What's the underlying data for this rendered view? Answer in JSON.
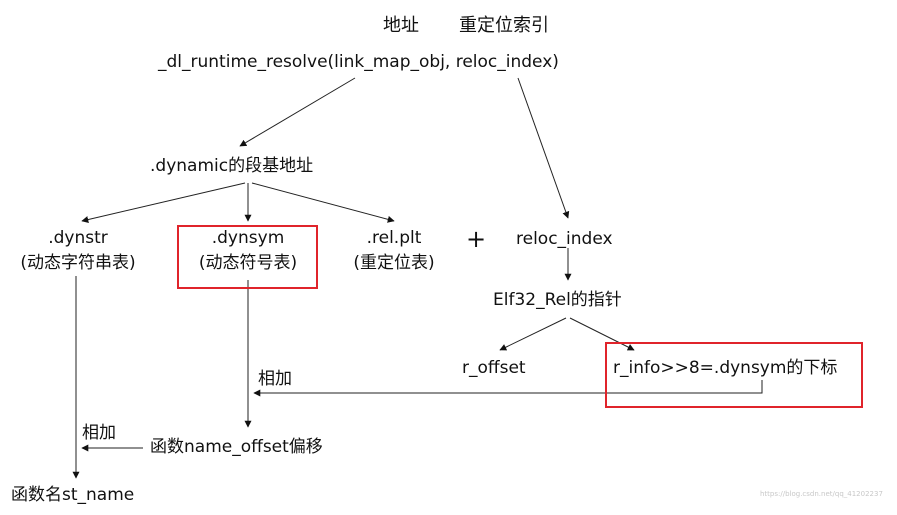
{
  "header": {
    "addr": "地址",
    "reloc_index_label": "重定位索引"
  },
  "nodes": {
    "resolve_call": "_dl_runtime_resolve(link_map_obj, reloc_index)",
    "dynamic_base": ".dynamic的段基地址",
    "dynstr": ".dynstr",
    "dynstr_desc": "(动态字符串表)",
    "dynsym": ".dynsym",
    "dynsym_desc": "(动态符号表)",
    "relplt": ".rel.plt",
    "relplt_desc": "(重定位表)",
    "plus": "+",
    "reloc_index": "reloc_index",
    "elf_rel_ptr": "Elf32_Rel的指针",
    "r_offset": "r_offset",
    "r_info": "r_info>>8=.dynsym的下标",
    "add_1": "相加",
    "add_2": "相加",
    "name_offset": "函数name_offset偏移",
    "st_name": "函数名st_name"
  },
  "highlight_color": "#e0242b",
  "watermark": "https://blog.csdn.net/qq_41202237"
}
